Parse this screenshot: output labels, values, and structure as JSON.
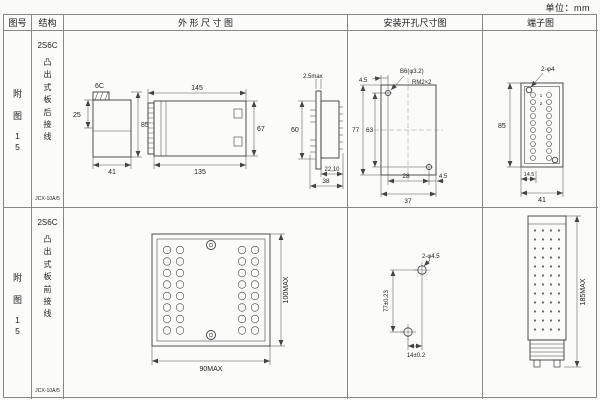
{
  "unit_label": "单位：mm",
  "header": {
    "fig_no": "图号",
    "structure": "结构",
    "outline": "外 形 尺 寸 图",
    "install": "安装开孔尺寸图",
    "terminal": "端子图"
  },
  "row1": {
    "fig": {
      "c1": "附",
      "c2": "图",
      "c3": "1",
      "c4": "5"
    },
    "structure": {
      "model": "2S6C",
      "desc": "凸出式板后接线",
      "code": "JCX-10A/5"
    },
    "outline": {
      "top_block": "6C",
      "h_upper": "25",
      "w_base": "41",
      "h_total": "85",
      "w_total": "145",
      "w_body": "135",
      "h_body": "67",
      "h_side": "60",
      "t_flange": "2.5max",
      "d_edge": "22,10",
      "d_depth": "38"
    },
    "install": {
      "off_top": "4.5",
      "hole_spec": "B6(φ3.2)",
      "thread_spec": "RM2×2",
      "h_outer": "77",
      "h_holes": "63",
      "w_holes": "28",
      "off_right": "4.5",
      "w_outer": "37"
    },
    "terminal": {
      "hole_spec": "2-φ4",
      "h_total": "85",
      "off_left": "14.5",
      "w_total": "41",
      "num1": "1",
      "num2": "2"
    }
  },
  "row2": {
    "fig": {
      "c1": "附",
      "c2": "图",
      "c3": "1",
      "c4": "5"
    },
    "structure": {
      "model": "2S6C",
      "desc": "凸出式板前接线",
      "code": "JCX-10A/5"
    },
    "outline": {
      "h_max": "100MAX",
      "w_max": "90MAX"
    },
    "install": {
      "hole_spec": "2-φ4.5",
      "v_pitch": "77±0.23",
      "h_pitch": "14±0.2"
    },
    "terminal": {
      "h_max": "185MAX"
    }
  }
}
